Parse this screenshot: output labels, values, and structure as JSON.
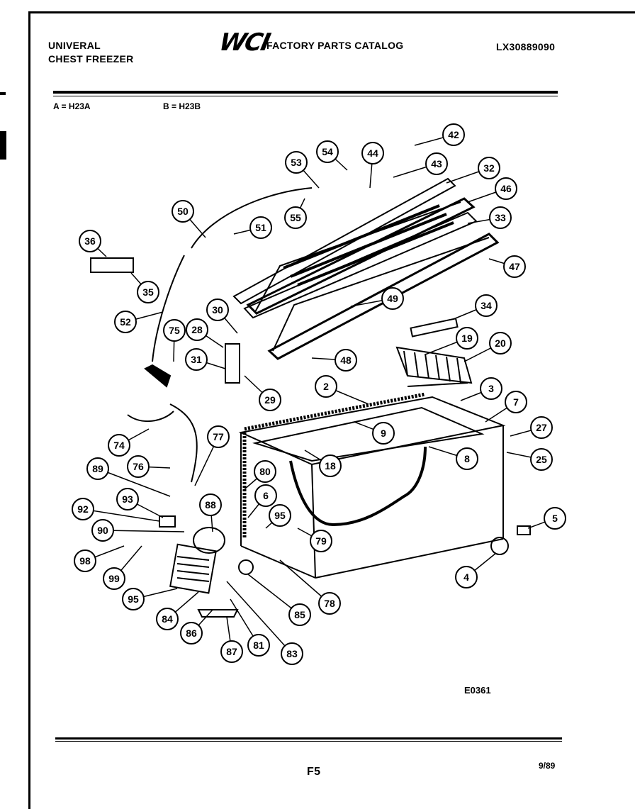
{
  "header": {
    "brand_line1": "UNIVERAL",
    "brand_line2": "CHEST FREEZER",
    "logo": "WCI",
    "catalog_title": "FACTORY PARTS CATALOG",
    "model_number": "LX30889090"
  },
  "legend": {
    "a": "A = H23A",
    "b": "B = H23B"
  },
  "diagram": {
    "code": "E0361",
    "callouts": [
      {
        "id": "c42",
        "label": "42"
      },
      {
        "id": "c44",
        "label": "44"
      },
      {
        "id": "c43",
        "label": "43"
      },
      {
        "id": "c54",
        "label": "54"
      },
      {
        "id": "c53",
        "label": "53"
      },
      {
        "id": "c32",
        "label": "32"
      },
      {
        "id": "c46",
        "label": "46"
      },
      {
        "id": "c33",
        "label": "33"
      },
      {
        "id": "c47",
        "label": "47"
      },
      {
        "id": "c55",
        "label": "55"
      },
      {
        "id": "c50",
        "label": "50"
      },
      {
        "id": "c51",
        "label": "51"
      },
      {
        "id": "c36",
        "label": "36"
      },
      {
        "id": "c35",
        "label": "35"
      },
      {
        "id": "c49",
        "label": "49"
      },
      {
        "id": "c34",
        "label": "34"
      },
      {
        "id": "c30",
        "label": "30"
      },
      {
        "id": "c52",
        "label": "52"
      },
      {
        "id": "c75",
        "label": "75"
      },
      {
        "id": "c28",
        "label": "28"
      },
      {
        "id": "c19",
        "label": "19"
      },
      {
        "id": "c20",
        "label": "20"
      },
      {
        "id": "c31",
        "label": "31"
      },
      {
        "id": "c48",
        "label": "48"
      },
      {
        "id": "c29",
        "label": "29"
      },
      {
        "id": "c2",
        "label": "2"
      },
      {
        "id": "c3",
        "label": "3"
      },
      {
        "id": "c7",
        "label": "7"
      },
      {
        "id": "c27",
        "label": "27"
      },
      {
        "id": "c9",
        "label": "9"
      },
      {
        "id": "c74",
        "label": "74"
      },
      {
        "id": "c77",
        "label": "77"
      },
      {
        "id": "c25",
        "label": "25"
      },
      {
        "id": "c18",
        "label": "18"
      },
      {
        "id": "c8",
        "label": "8"
      },
      {
        "id": "c76",
        "label": "76"
      },
      {
        "id": "c89",
        "label": "89"
      },
      {
        "id": "c80",
        "label": "80"
      },
      {
        "id": "c93",
        "label": "93"
      },
      {
        "id": "c6",
        "label": "6"
      },
      {
        "id": "c88",
        "label": "88"
      },
      {
        "id": "c92",
        "label": "92"
      },
      {
        "id": "c95a",
        "label": "95"
      },
      {
        "id": "c5",
        "label": "5"
      },
      {
        "id": "c90",
        "label": "90"
      },
      {
        "id": "c79",
        "label": "79"
      },
      {
        "id": "c98",
        "label": "98"
      },
      {
        "id": "c99",
        "label": "99"
      },
      {
        "id": "c4",
        "label": "4"
      },
      {
        "id": "c95b",
        "label": "95"
      },
      {
        "id": "c78",
        "label": "78"
      },
      {
        "id": "c85",
        "label": "85"
      },
      {
        "id": "c84",
        "label": "84"
      },
      {
        "id": "c86",
        "label": "86"
      },
      {
        "id": "c81",
        "label": "81"
      },
      {
        "id": "c87",
        "label": "87"
      },
      {
        "id": "c83",
        "label": "83"
      }
    ]
  },
  "footer": {
    "page": "F5",
    "date": "9/89"
  }
}
